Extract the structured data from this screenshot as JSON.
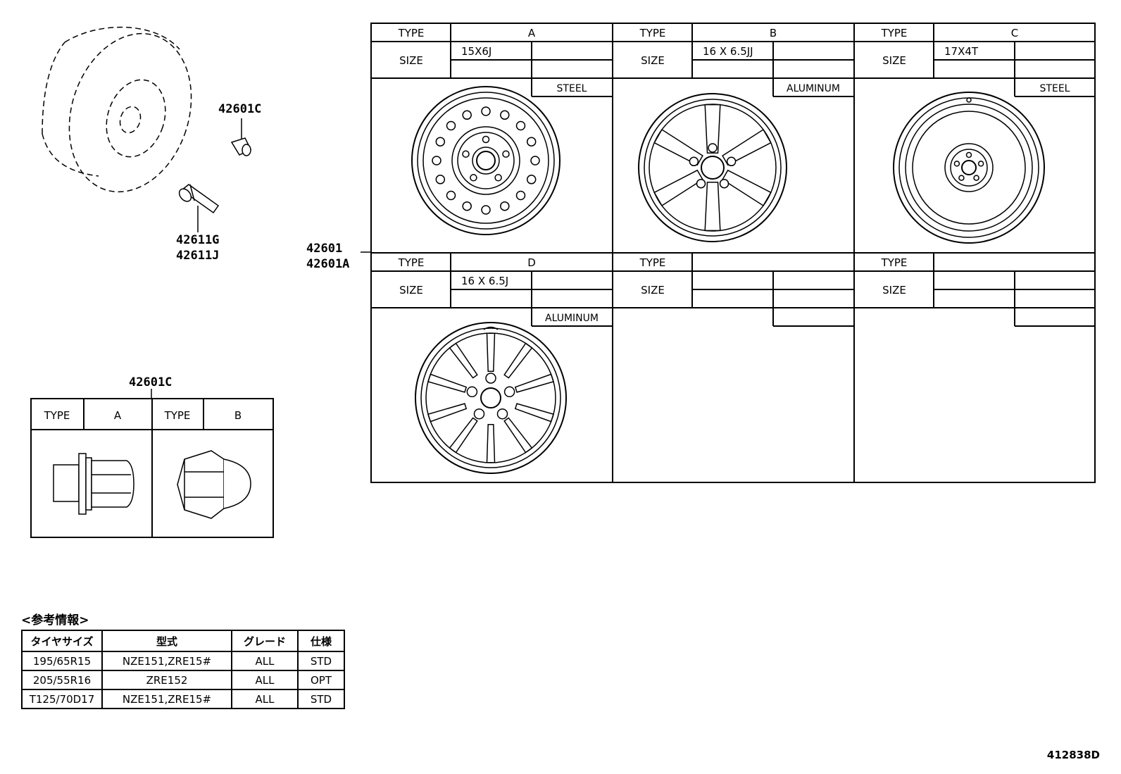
{
  "wheel_types": [
    {
      "type_label": "TYPE",
      "type": "A",
      "size_label": "SIZE",
      "size": "15X6J",
      "material": "STEEL"
    },
    {
      "type_label": "TYPE",
      "type": "B",
      "size_label": "SIZE",
      "size": "16 X 6.5JJ",
      "material": "ALUMINUM"
    },
    {
      "type_label": "TYPE",
      "type": "C",
      "size_label": "SIZE",
      "size": "17X4T",
      "material": "STEEL"
    },
    {
      "type_label": "TYPE",
      "type": "D",
      "size_label": "SIZE",
      "size": "16 X 6.5J",
      "material": "ALUMINUM"
    },
    {
      "type_label": "TYPE",
      "type": "",
      "size_label": "SIZE",
      "size": "",
      "material": ""
    },
    {
      "type_label": "TYPE",
      "type": "",
      "size_label": "SIZE",
      "size": "",
      "material": ""
    }
  ],
  "part_numbers": {
    "nut": "42601C",
    "valve_1": "42611G",
    "valve_2": "42611J",
    "wheel_1": "42601",
    "wheel_2": "42601A",
    "nut_table": "42601C"
  },
  "nut_types": [
    {
      "type_label": "TYPE",
      "type": "A"
    },
    {
      "type_label": "TYPE",
      "type": "B"
    }
  ],
  "reference": {
    "title": "<参考情報>",
    "headers": [
      "タイヤサイズ",
      "型式",
      "グレード",
      "仕様"
    ],
    "rows": [
      [
        "195/65R15",
        "NZE151,ZRE15#",
        "ALL",
        "STD"
      ],
      [
        "205/55R16",
        "ZRE152",
        "ALL",
        "OPT"
      ],
      [
        "T125/70D17",
        "NZE151,ZRE15#",
        "ALL",
        "STD"
      ]
    ]
  },
  "figure_id": "412838D"
}
